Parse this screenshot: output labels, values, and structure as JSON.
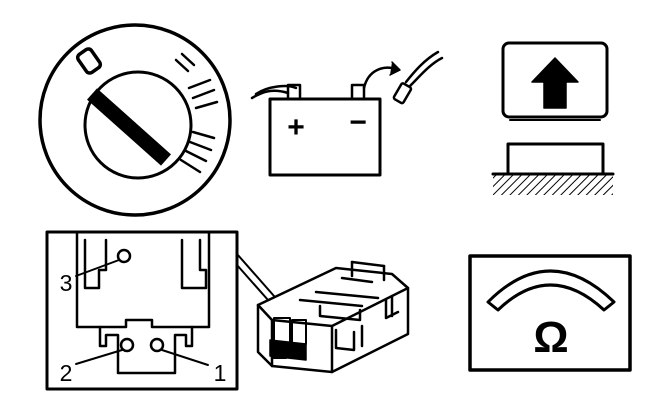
{
  "callouts": {
    "pin1": "1",
    "pin2": "2",
    "pin3": "3"
  },
  "symbols": {
    "battery_positive": "+",
    "battery_negative": "−",
    "ohm": "Ω"
  },
  "icons": [
    "ignition-switch-icon",
    "battery-disconnect-icon",
    "remove-up-arrow-icon",
    "connector-detail-icon",
    "ohmmeter-icon"
  ],
  "colors": {
    "ink": "#000000",
    "paper": "#ffffff"
  }
}
